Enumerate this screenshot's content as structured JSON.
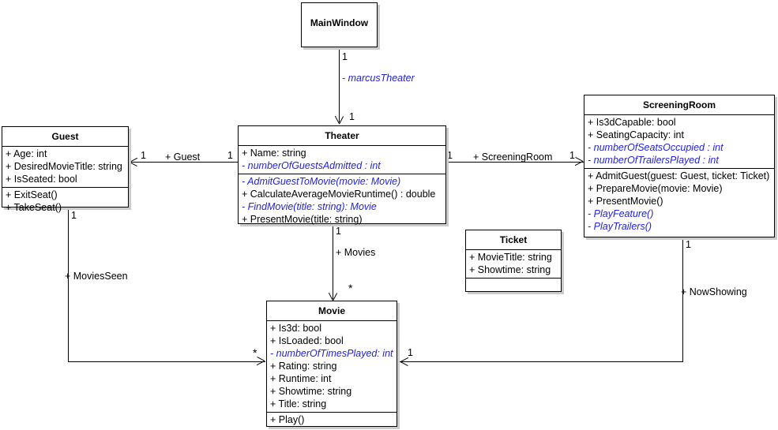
{
  "diagram": {
    "title": "UML Class Diagram",
    "colors": {
      "public_text": "#000000",
      "private_text": "#2222dd",
      "border": "#000000",
      "shadow": "#cccccc",
      "background": "#ffffff"
    }
  },
  "classes": {
    "main_window": {
      "name": "MainWindow",
      "attributes": [],
      "operations": []
    },
    "guest": {
      "name": "Guest",
      "attributes": [
        {
          "text": "+ Age: int",
          "visibility": "public"
        },
        {
          "text": "+ DesiredMovieTitle: string",
          "visibility": "public"
        },
        {
          "text": "+ IsSeated: bool",
          "visibility": "public"
        }
      ],
      "operations": [
        {
          "text": "+ ExitSeat()",
          "visibility": "public"
        },
        {
          "text": "+ TakeSeat()",
          "visibility": "public"
        }
      ]
    },
    "theater": {
      "name": "Theater",
      "attributes": [
        {
          "text": "+ Name: string",
          "visibility": "public"
        },
        {
          "text": "- numberOfGuestsAdmitted : int",
          "visibility": "private"
        }
      ],
      "operations": [
        {
          "text": "- AdmitGuestToMovie(movie: Movie)",
          "visibility": "private"
        },
        {
          "text": "+ CalculateAverageMovieRuntime() : double",
          "visibility": "public"
        },
        {
          "text": "- FindMovie(title: string): Movie",
          "visibility": "private"
        },
        {
          "text": "+ PresentMovie(title: string)",
          "visibility": "public"
        }
      ]
    },
    "screening_room": {
      "name": "ScreeningRoom",
      "attributes": [
        {
          "text": "+ Is3dCapable: bool",
          "visibility": "public"
        },
        {
          "text": "+ SeatingCapacity: int",
          "visibility": "public"
        },
        {
          "text": "- numberOfSeatsOccupied : int",
          "visibility": "private"
        },
        {
          "text": "- numberOfTrailersPlayed : int",
          "visibility": "private"
        }
      ],
      "operations": [
        {
          "text": "+ AdmitGuest(guest: Guest, ticket: Ticket)",
          "visibility": "public"
        },
        {
          "text": "+ PrepareMovie(movie: Movie)",
          "visibility": "public"
        },
        {
          "text": "+ PresentMovie()",
          "visibility": "public"
        },
        {
          "text": "- PlayFeature()",
          "visibility": "private"
        },
        {
          "text": "- PlayTrailers()",
          "visibility": "private"
        }
      ]
    },
    "ticket": {
      "name": "Ticket",
      "attributes": [
        {
          "text": "+ MovieTitle: string",
          "visibility": "public"
        },
        {
          "text": "+ Showtime: string",
          "visibility": "public"
        }
      ],
      "operations": []
    },
    "movie": {
      "name": "Movie",
      "attributes": [
        {
          "text": "+ Is3d: bool",
          "visibility": "public"
        },
        {
          "text": "+ IsLoaded: bool",
          "visibility": "public"
        },
        {
          "text": "- numberOfTimesPlayed: int",
          "visibility": "private"
        },
        {
          "text": "+ Rating: string",
          "visibility": "public"
        },
        {
          "text": "+ Runtime: int",
          "visibility": "public"
        },
        {
          "text": "+ Showtime: string",
          "visibility": "public"
        },
        {
          "text": "+ Title: string",
          "visibility": "public"
        }
      ],
      "operations": [
        {
          "text": "+ Play()",
          "visibility": "public"
        }
      ]
    }
  },
  "associations": {
    "mainwindow_theater": {
      "role": "- marcusTheater",
      "source_multiplicity": "1",
      "target_multiplicity": "1"
    },
    "theater_guest": {
      "role": "+ Guest",
      "source_multiplicity": "1",
      "target_multiplicity": "1"
    },
    "theater_screeningroom": {
      "role": "+ ScreeningRoom",
      "source_multiplicity": "1",
      "target_multiplicity": "1"
    },
    "theater_movie": {
      "role": "+ Movies",
      "source_multiplicity": "1",
      "target_multiplicity": "*"
    },
    "guest_movie": {
      "role": "+ MoviesSeen",
      "source_multiplicity": "1",
      "target_multiplicity": "*"
    },
    "screeningroom_movie": {
      "role": "+ NowShowing",
      "source_multiplicity": "1",
      "target_multiplicity": "1"
    }
  }
}
